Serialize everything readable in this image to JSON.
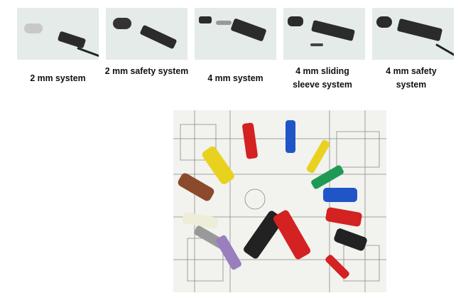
{
  "systems": [
    {
      "label": "2 mm system"
    },
    {
      "label": "2 mm safety system"
    },
    {
      "label": "4 mm system"
    },
    {
      "label": "4 mm sliding sleeve system"
    },
    {
      "label": "4 mm safety system"
    }
  ],
  "colors": {
    "panel_bg": "#e4ebe8",
    "plug_dark": "#2b2b2b"
  }
}
